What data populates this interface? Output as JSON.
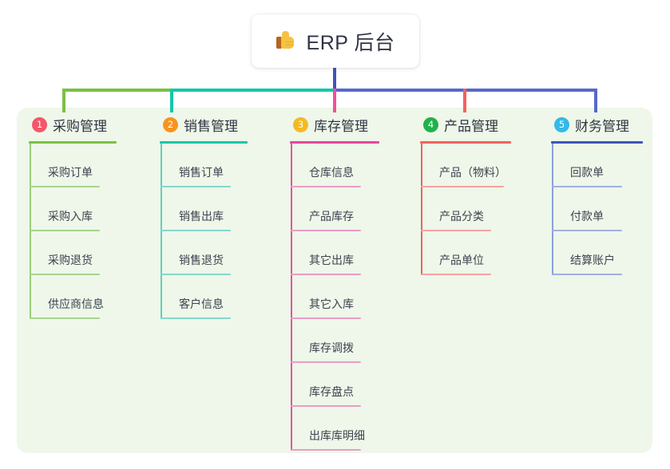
{
  "root": {
    "icon": "thumbs-up-icon",
    "title": "ERP 后台"
  },
  "palette": {
    "panel_background": "#eef7e9",
    "page_background": "#ffffff",
    "stem": "#4055b8",
    "bus_green": "#7ac143",
    "bus_teal": "#14c7a8",
    "bus_blue": "#5668ce"
  },
  "columns": [
    {
      "number": "1",
      "title": "采购管理",
      "badge_color": "#f4566a",
      "rule_color": "#7ac143",
      "spine_color": "#9ccc7a",
      "leaf_rule_color": "#a8d490",
      "rule_width": 110,
      "leaf_rule_width": 88,
      "items": [
        {
          "label": "采购订单"
        },
        {
          "label": "采购入库"
        },
        {
          "label": "采购退货"
        },
        {
          "label": "供应商信息"
        }
      ]
    },
    {
      "number": "2",
      "title": "销售管理",
      "badge_color": "#f79421",
      "rule_color": "#14c7a8",
      "spine_color": "#5fcfc0",
      "leaf_rule_color": "#84d8cc",
      "rule_width": 110,
      "leaf_rule_width": 88,
      "items": [
        {
          "label": "销售订单"
        },
        {
          "label": "销售出库"
        },
        {
          "label": "销售退货"
        },
        {
          "label": "客户信息"
        }
      ]
    },
    {
      "number": "3",
      "title": "库存管理",
      "badge_color": "#f5b924",
      "rule_color": "#e4479b",
      "spine_color": "#e0569f",
      "leaf_rule_color": "#eb9bc6",
      "rule_width": 112,
      "leaf_rule_width": 88,
      "items": [
        {
          "label": "仓库信息"
        },
        {
          "label": "产品库存"
        },
        {
          "label": "其它出库"
        },
        {
          "label": "其它入库"
        },
        {
          "label": "库存调拨"
        },
        {
          "label": "库存盘点"
        },
        {
          "label": "出库库明细"
        }
      ]
    },
    {
      "number": "4",
      "title": "产品管理",
      "badge_color": "#22b14c",
      "rule_color": "#f4625f",
      "spine_color": "#ef6361",
      "leaf_rule_color": "#f6a3a0",
      "rule_width": 114,
      "leaf_rule_width": 104,
      "items": [
        {
          "label": "产品（物料）",
          "rule_width": 104
        },
        {
          "label": "产品分类",
          "rule_width": 88
        },
        {
          "label": "产品单位",
          "rule_width": 88
        }
      ]
    },
    {
      "number": "5",
      "title": "财务管理",
      "badge_color": "#35b8e8",
      "rule_color": "#4055b8",
      "spine_color": "#8d9fdc",
      "leaf_rule_color": "#9fb0e2",
      "rule_width": 115,
      "leaf_rule_width": 88,
      "items": [
        {
          "label": "回款单"
        },
        {
          "label": "付款单"
        },
        {
          "label": "结算账户"
        }
      ]
    }
  ]
}
